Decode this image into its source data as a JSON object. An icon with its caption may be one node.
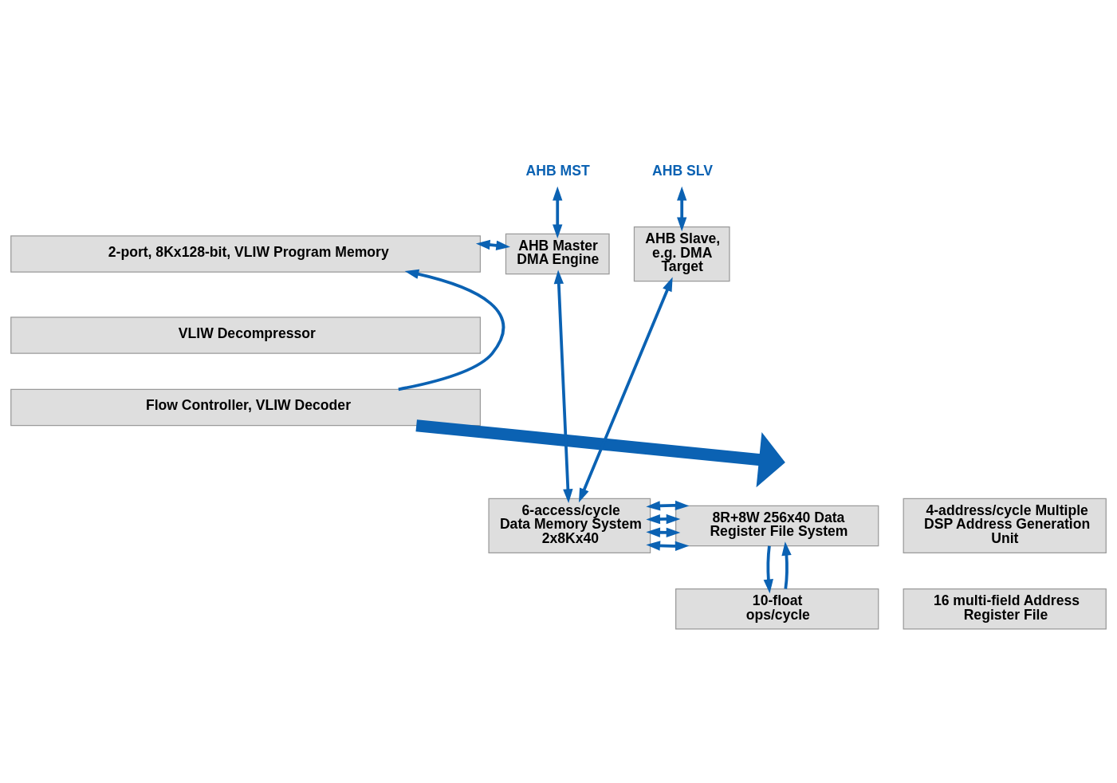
{
  "diagram": {
    "nodes": [
      {
        "text": [
          "AHB MST"
        ]
      },
      {
        "text": [
          "AHB SLV"
        ]
      },
      {
        "text": [
          "2-port, 8Kx128-bit, VLIW Program Memory"
        ]
      },
      {
        "text": [
          "VLIW Decompressor"
        ]
      },
      {
        "text": [
          "Flow Controller, VLIW Decoder"
        ]
      },
      {
        "text": [
          "AHB Master DMA Engine"
        ]
      },
      {
        "text": [
          "AHB Slave, e.g. DMA Target"
        ]
      },
      {
        "text": [
          "8R+8W 256x40 Data Register File System"
        ]
      },
      {
        "text": [
          "4-address/cycle Multiple DSP Address Generation Unit"
        ]
      },
      {
        "text": [
          "16 multi-field Address Register File"
        ]
      },
      {
        "text": [
          "10-float ops/cycle"
        ]
      },
      {
        "text": [
          "6-access/cycle Data Memory System 2x8Kx40"
        ]
      }
    ],
    "edges": [
      {
        "from": 0,
        "to": 5,
        "arrow": "both"
      },
      {
        "from": 1,
        "to": 6,
        "arrow": "both"
      },
      {
        "from": 2,
        "to": 5,
        "arrow": "both"
      },
      {
        "from": 4,
        "to": 2,
        "arrow": "to"
      },
      {
        "from": 4,
        "to": null,
        "arrow": "to",
        "style": "thick"
      },
      {
        "from": 5,
        "to": 11,
        "arrow": "both"
      },
      {
        "from": 6,
        "to": 11,
        "arrow": "both"
      },
      {
        "from": 11,
        "to": 7,
        "arrow": "both"
      },
      {
        "from": 11,
        "to": 7,
        "arrow": "both"
      },
      {
        "from": 11,
        "to": 7,
        "arrow": "both"
      },
      {
        "from": 11,
        "to": 7,
        "arrow": "both"
      },
      {
        "from": 7,
        "to": 10,
        "arrow": "to"
      },
      {
        "from": 10,
        "to": 7,
        "arrow": "to"
      }
    ]
  }
}
